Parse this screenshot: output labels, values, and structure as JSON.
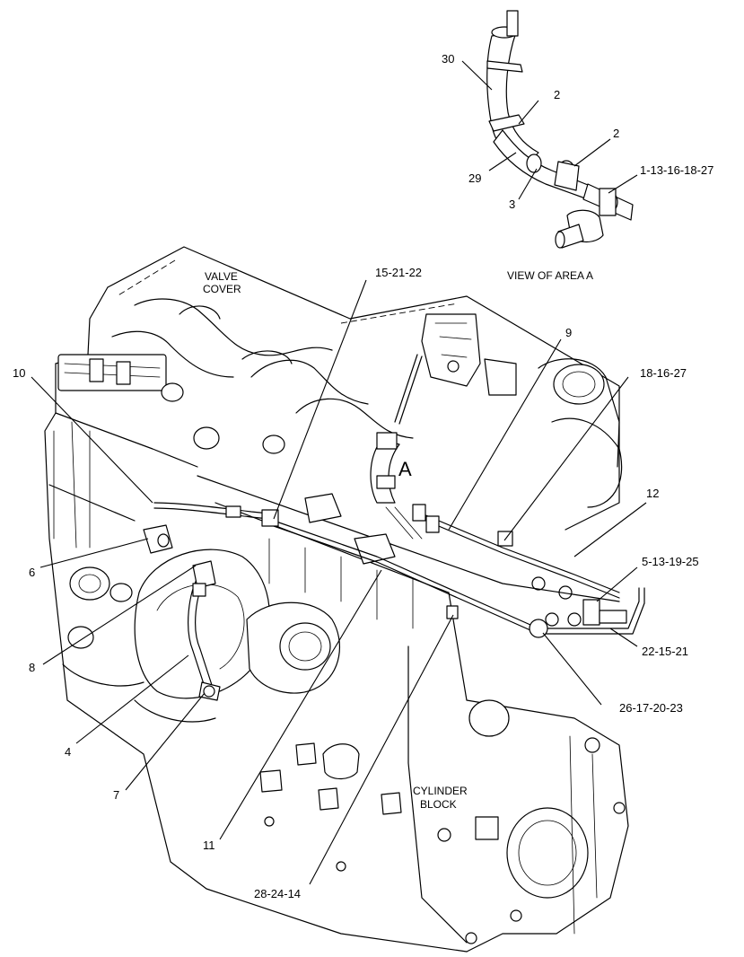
{
  "captions": {
    "valve_cover_line1": "VALVE",
    "valve_cover_line2": "COVER",
    "view_of_area": "VIEW OF AREA  A",
    "area_marker": "A",
    "cylinder_block_line1": "CYLINDER",
    "cylinder_block_line2": "BLOCK"
  },
  "callouts": [
    {
      "id": "30",
      "text": "30"
    },
    {
      "id": "2a",
      "text": "2"
    },
    {
      "id": "2b",
      "text": "2"
    },
    {
      "id": "29",
      "text": "29"
    },
    {
      "id": "3",
      "text": "3"
    },
    {
      "id": "1-13",
      "text": "1-13-16-18-27"
    },
    {
      "id": "15-21-22",
      "text": "15-21-22"
    },
    {
      "id": "9",
      "text": "9"
    },
    {
      "id": "10",
      "text": "10"
    },
    {
      "id": "18-16-27",
      "text": "18-16-27"
    },
    {
      "id": "12",
      "text": "12"
    },
    {
      "id": "6",
      "text": "6"
    },
    {
      "id": "5-13",
      "text": "5-13-19-25"
    },
    {
      "id": "8",
      "text": "8"
    },
    {
      "id": "22-15-21",
      "text": "22-15-21"
    },
    {
      "id": "4",
      "text": "4"
    },
    {
      "id": "26-17",
      "text": "26-17-20-23"
    },
    {
      "id": "7",
      "text": "7"
    },
    {
      "id": "11",
      "text": "11"
    },
    {
      "id": "28-24-14",
      "text": "28-24-14"
    }
  ]
}
